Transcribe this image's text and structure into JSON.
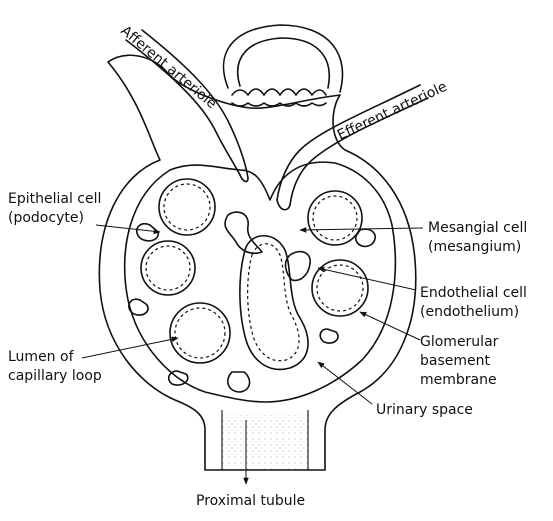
{
  "labels": {
    "afferent": "Afferent arteriole",
    "efferent": "Efferent arteriole",
    "epithelial_1": "Epithelial cell",
    "epithelial_2": "(podocyte)",
    "mesangial_1": "Mesangial cell",
    "mesangial_2": "(mesangium)",
    "endothelial_1": "Endothelial cell",
    "endothelial_2": "(endothelium)",
    "lumen_1": "Lumen of",
    "lumen_2": "capillary loop",
    "gbm_1": "Glomerular",
    "gbm_2": "basement",
    "gbm_3": "membrane",
    "urinary": "Urinary space",
    "proximal": "Proximal tubule"
  }
}
